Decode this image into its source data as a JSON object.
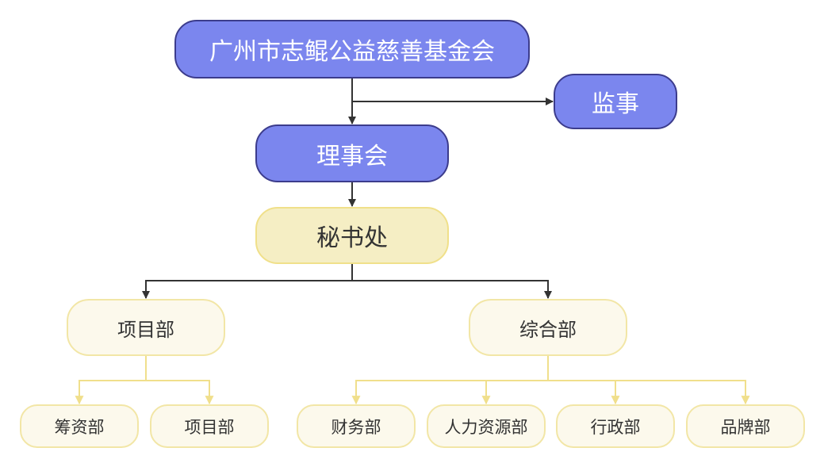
{
  "nodes": {
    "foundation": "广州市志鲲公益慈善基金会",
    "supervisor": "监事",
    "council": "理事会",
    "secretariat": "秘书处",
    "project_dept": "项目部",
    "general_dept": "综合部",
    "fundraising": "筹资部",
    "project_sub": "项目部",
    "finance": "财务部",
    "hr": "人力资源部",
    "admin": "行政部",
    "brand": "品牌部"
  },
  "colors": {
    "primary_fill": "#7b86ee",
    "primary_border": "#3c3c8c",
    "secondary_fill": "#f5eec4",
    "tertiary_fill": "#fcf9ec",
    "tertiary_border": "#f2e6a6",
    "dark_connector": "#333333",
    "light_connector": "#f0df8c"
  }
}
